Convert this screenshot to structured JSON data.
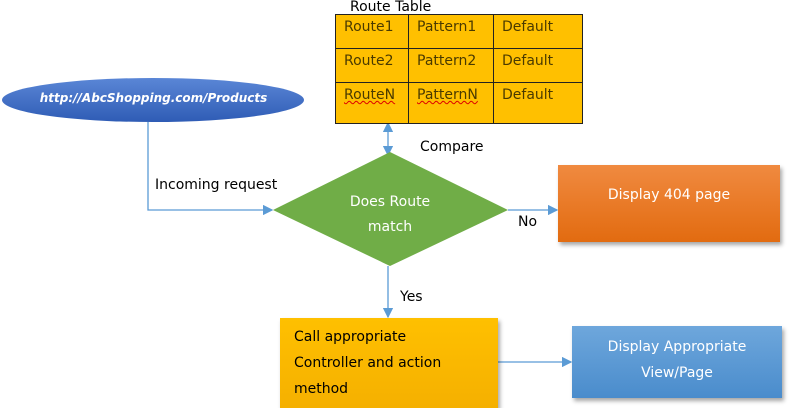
{
  "route_table": {
    "title": "Route Table",
    "rows": [
      [
        "Route1",
        "Pattern1",
        "Default"
      ],
      [
        "Route2",
        "Pattern2",
        "Default"
      ],
      [
        "RouteN",
        "PatternN",
        "Default"
      ]
    ]
  },
  "url": "http://AbcShopping.com/Products",
  "incoming_label": "Incoming request",
  "compare_label": "Compare",
  "decision": {
    "line1": "Does Route",
    "line2": "match"
  },
  "no_label": "No",
  "yes_label": "Yes",
  "not_found": "Display 404 page",
  "controller": {
    "line1": "Call appropriate",
    "line2": "Controller and action",
    "line3": "method"
  },
  "view": {
    "line1": "Display Appropriate",
    "line2": "View/Page"
  },
  "colors": {
    "ellipse": "#4472c4",
    "diamond": "#70ad47",
    "table": "#ffc000",
    "not_found": "#ed7d31",
    "controller": "#ffc000",
    "view": "#5b9bd5",
    "arrow": "#5b9bd5"
  }
}
